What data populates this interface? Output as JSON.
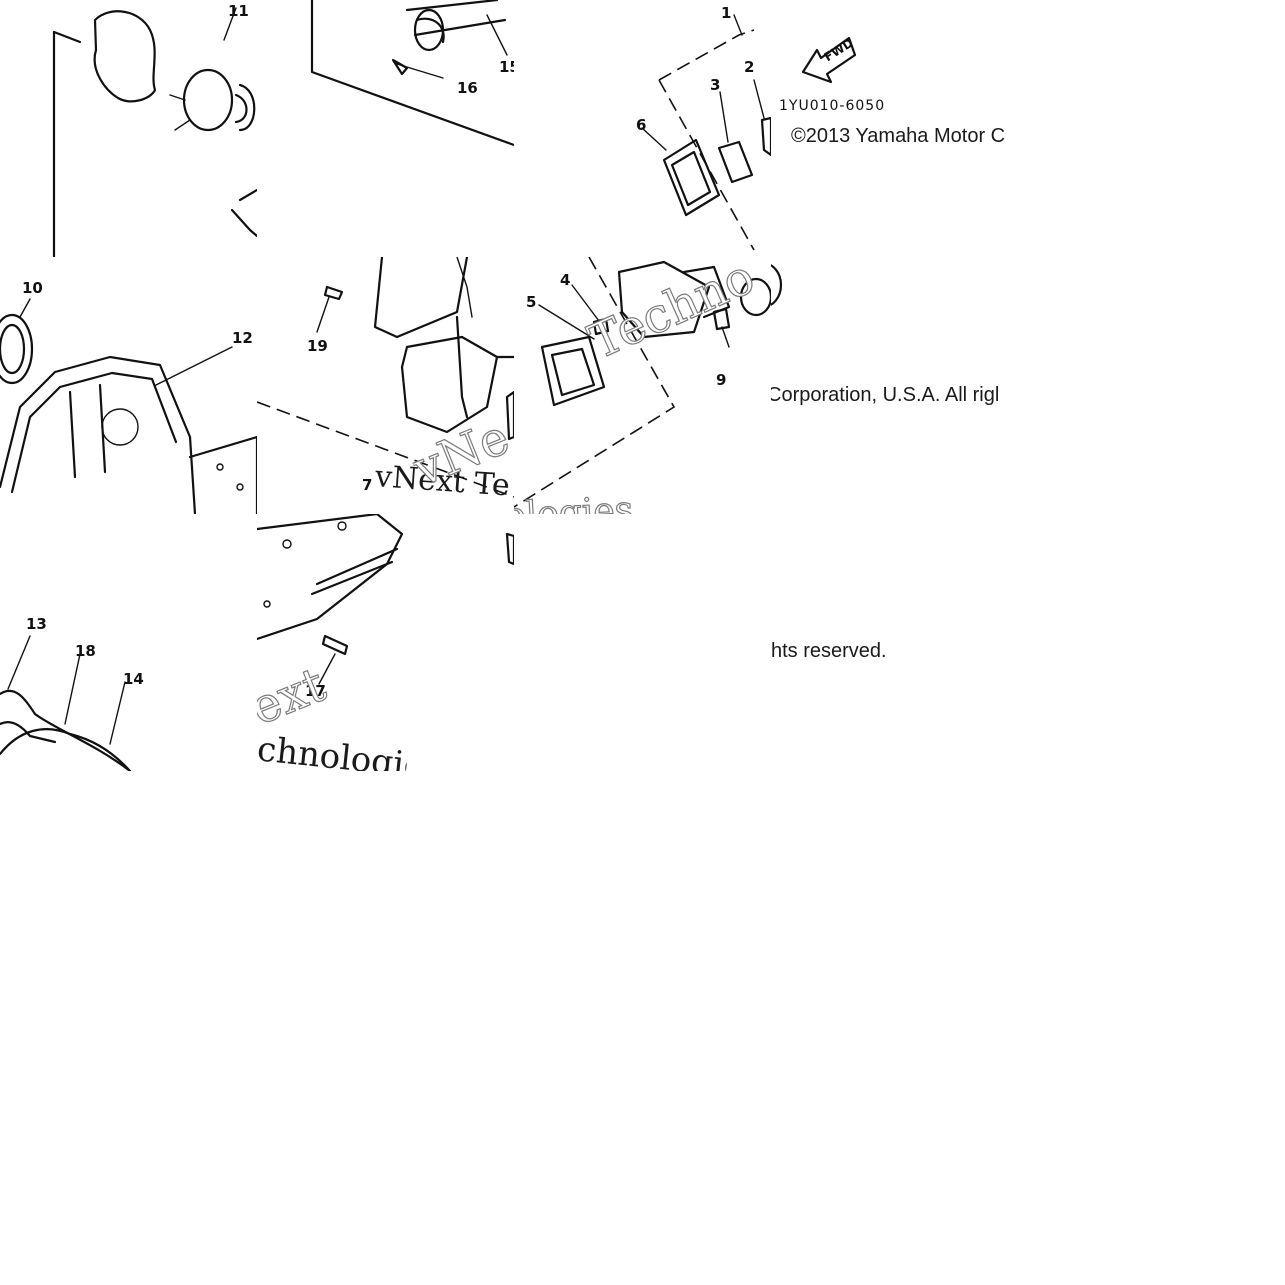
{
  "diagram": {
    "part_code": "1YU010-6050",
    "direction_label": "FWD",
    "copyright_fragments": [
      "©2013 Yamaha Motor C",
      "Corporation, U.S.A. All rigl",
      "hts reserved."
    ],
    "callouts": [
      "1",
      "2",
      "3",
      "4",
      "5",
      "6",
      "7",
      "8",
      "9",
      "10",
      "11",
      "12",
      "13",
      "14",
      "15",
      "16",
      "17",
      "18",
      "19"
    ],
    "watermark_fragments": [
      "vNext Te",
      "vNe",
      "Techno",
      "ologies",
      "ext",
      "chnologic"
    ]
  }
}
